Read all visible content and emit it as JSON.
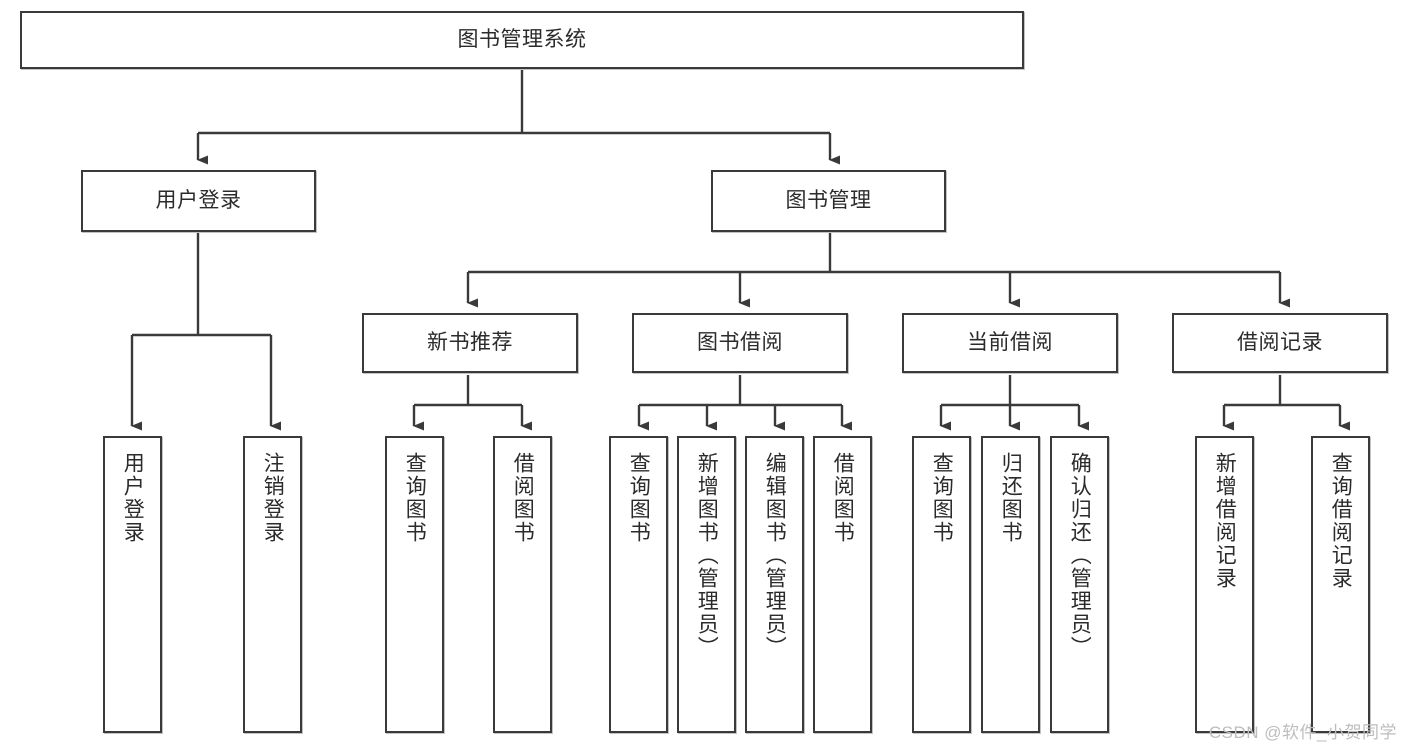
{
  "diagram": {
    "title_node": {
      "label": "图书管理系统"
    },
    "level2": [
      {
        "id": "user-login",
        "label": "用户登录"
      },
      {
        "id": "book-management",
        "label": "图书管理"
      }
    ],
    "level3": [
      {
        "id": "new-book-recommend",
        "label": "新书推荐"
      },
      {
        "id": "book-borrow",
        "label": "图书借阅"
      },
      {
        "id": "current-borrow",
        "label": "当前借阅"
      },
      {
        "id": "borrow-record",
        "label": "借阅记录"
      }
    ],
    "leaves": [
      {
        "id": "leaf-user-login",
        "label": "用户登录"
      },
      {
        "id": "leaf-logout-login",
        "label": "注销登录"
      },
      {
        "id": "leaf-query-book-1",
        "label": "查询图书"
      },
      {
        "id": "leaf-borrow-book-1",
        "label": "借阅图书"
      },
      {
        "id": "leaf-query-book-2",
        "label": "查询图书"
      },
      {
        "id": "leaf-add-book",
        "label": "新增图书（管理员）"
      },
      {
        "id": "leaf-edit-book",
        "label": "编辑图书（管理员）"
      },
      {
        "id": "leaf-borrow-book-2",
        "label": "借阅图书"
      },
      {
        "id": "leaf-query-book-3",
        "label": "查询图书"
      },
      {
        "id": "leaf-return-book",
        "label": "归还图书"
      },
      {
        "id": "leaf-confirm-return",
        "label": "确认归还（管理员）"
      },
      {
        "id": "leaf-add-record",
        "label": "新增借阅记录"
      },
      {
        "id": "leaf-query-record",
        "label": "查询借阅记录"
      }
    ],
    "watermark": "CSDN @软件_小贺同学",
    "colors": {
      "stroke": "#3a3a3a",
      "text": "#2b2b2b",
      "background": "#ffffff",
      "watermark": "#bdbdbd"
    }
  }
}
